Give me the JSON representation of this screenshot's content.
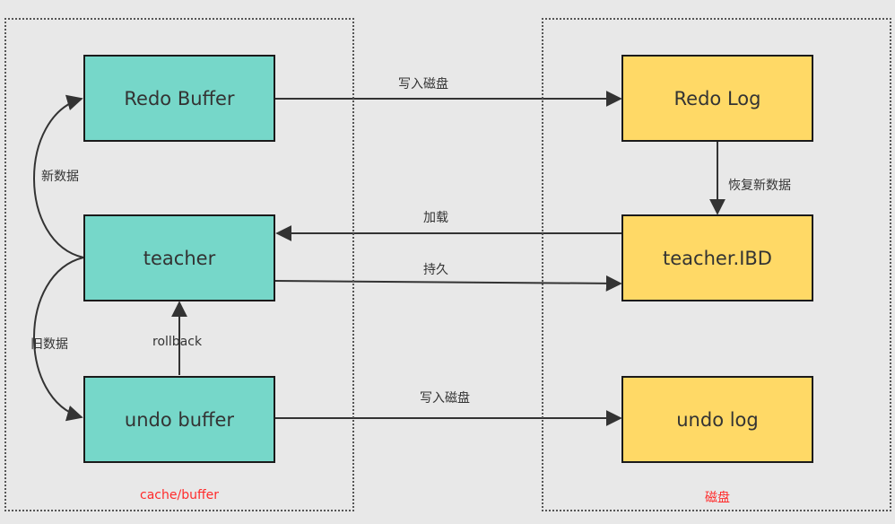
{
  "regions": {
    "left": {
      "label": "cache/buffer"
    },
    "right": {
      "label": "磁盘"
    }
  },
  "nodes": {
    "redo_buffer": "Redo Buffer",
    "teacher": "teacher",
    "undo_buffer": "undo buffer",
    "redo_log": "Redo Log",
    "teacher_ibd": "teacher.IBD",
    "undo_log": "undo log"
  },
  "colors": {
    "cache_node": "#76d7c9",
    "disk_node": "#ffd966",
    "region_label": "#ff2b2b"
  },
  "edges": {
    "redo_write": "写入磁盘",
    "recover": "恢复新数据",
    "load": "加载",
    "persist": "持久",
    "undo_write": "写入磁盘",
    "new_data": "新数据",
    "old_data": "旧数据",
    "rollback": "rollback"
  }
}
